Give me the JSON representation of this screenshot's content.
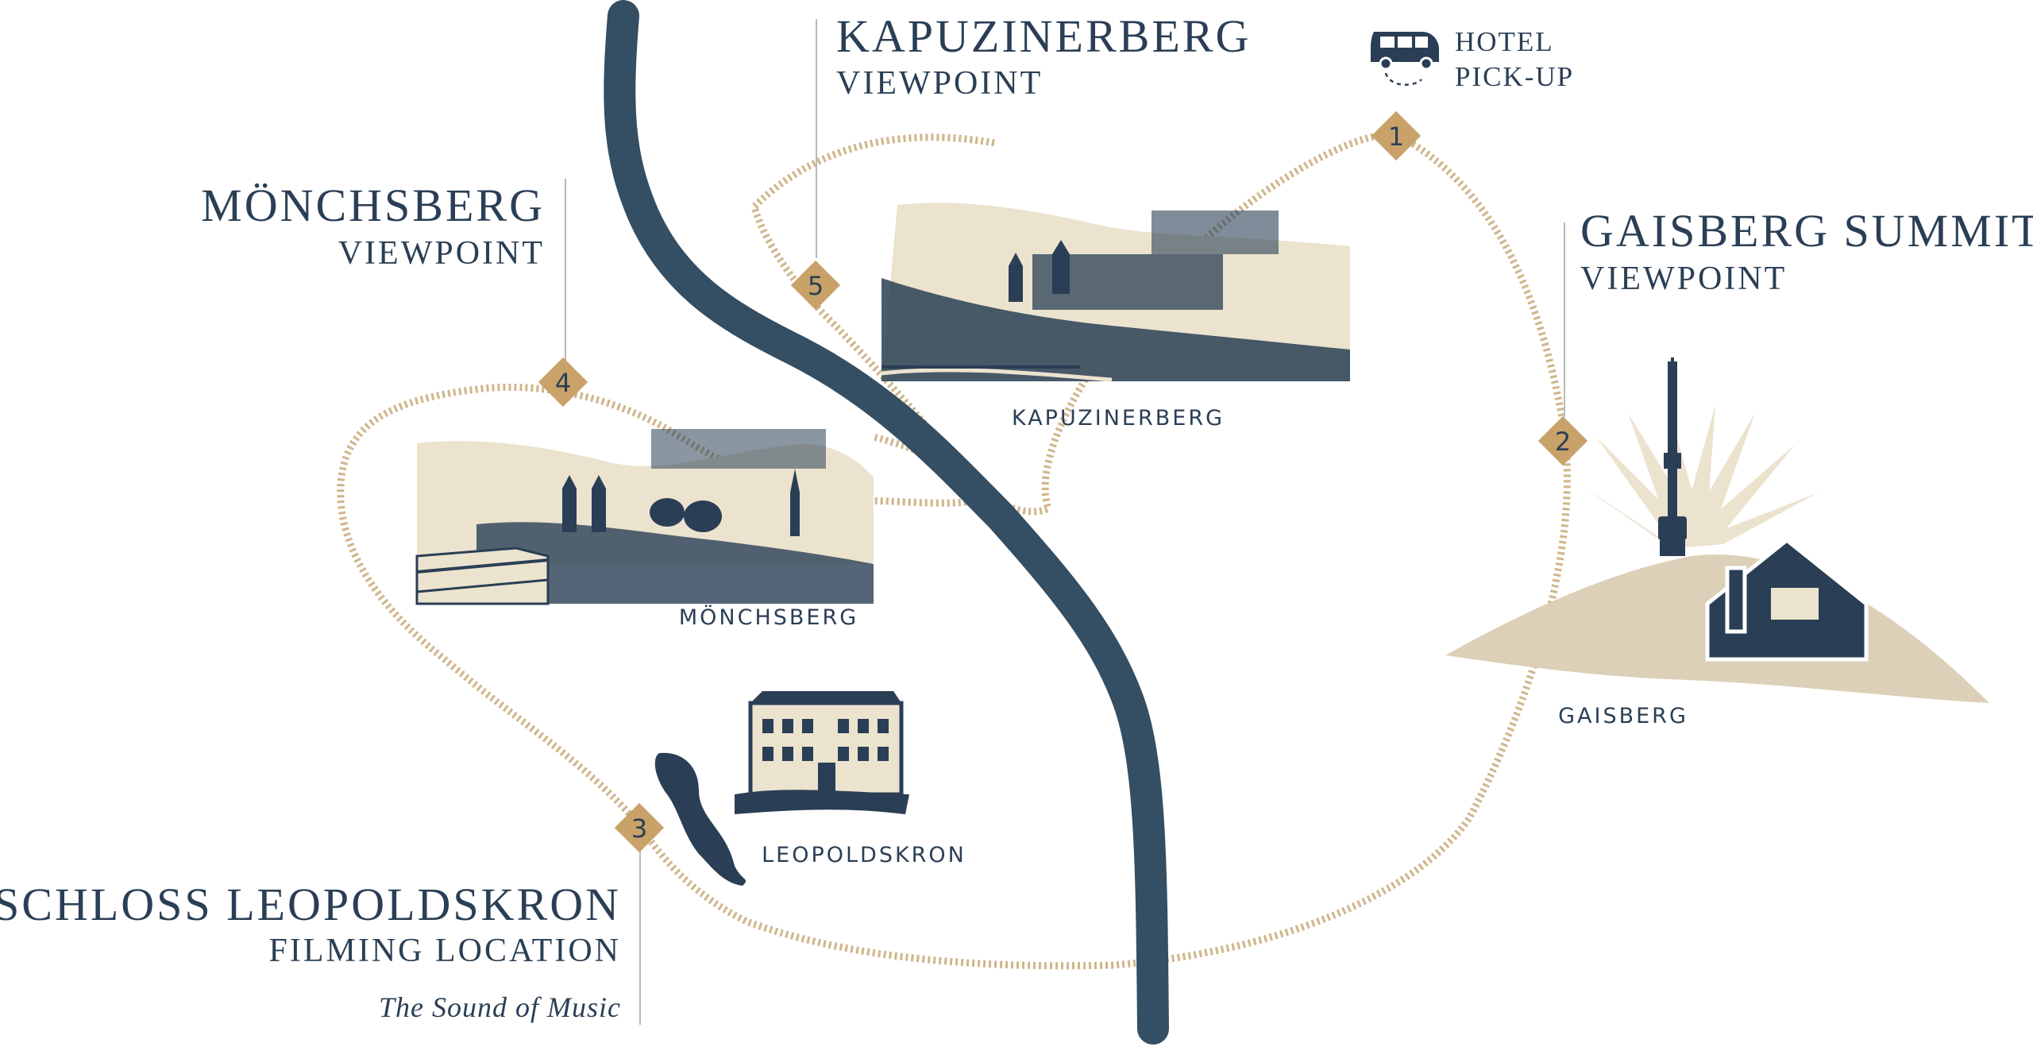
{
  "colors": {
    "river": "#344e63",
    "route": "#d0b58a",
    "marker": "#c8a269",
    "ink": "#2a3f55",
    "hill": "#ddd0b8",
    "sketch_bg": "#ece3cf",
    "leader": "#b8b8b8"
  },
  "title_labels": {
    "kapuzinerberg": {
      "title": "KAPUZINERBERG",
      "subtitle": "VIEWPOINT"
    },
    "monchsberg": {
      "title": "MÖNCHSBERG",
      "subtitle": "VIEWPOINT"
    },
    "gaisberg": {
      "title": "GAISBERG SUMMIT",
      "subtitle": "VIEWPOINT"
    },
    "leopoldskron": {
      "title": "SCHLOSS LEOPOLDSKRON",
      "subtitle": "FILMING LOCATION",
      "note": "The Sound of Music"
    }
  },
  "hotel_pickup": {
    "line1": "HOTEL",
    "line2": "PICK-UP",
    "icon": "van-icon"
  },
  "place_captions": {
    "kapuzinerberg": "KAPUZINERBERG",
    "monchsberg": "MÖNCHSBERG",
    "gaisberg": "GAISBERG",
    "leopoldskron": "LEOPOLDSKRON"
  },
  "stops": [
    {
      "number": "1",
      "name": "Hotel Pick-up"
    },
    {
      "number": "2",
      "name": "Gaisberg"
    },
    {
      "number": "3",
      "name": "Schloss Leopoldskron"
    },
    {
      "number": "4",
      "name": "Mönchsberg"
    },
    {
      "number": "5",
      "name": "Kapuzinerberg"
    }
  ],
  "icons": {
    "river": "river-salzach",
    "lake": "lake-icon",
    "castle": "schloss-icon",
    "church": "mountain-church-icon",
    "tower": "tv-tower-icon",
    "sun": "sunburst-icon"
  }
}
